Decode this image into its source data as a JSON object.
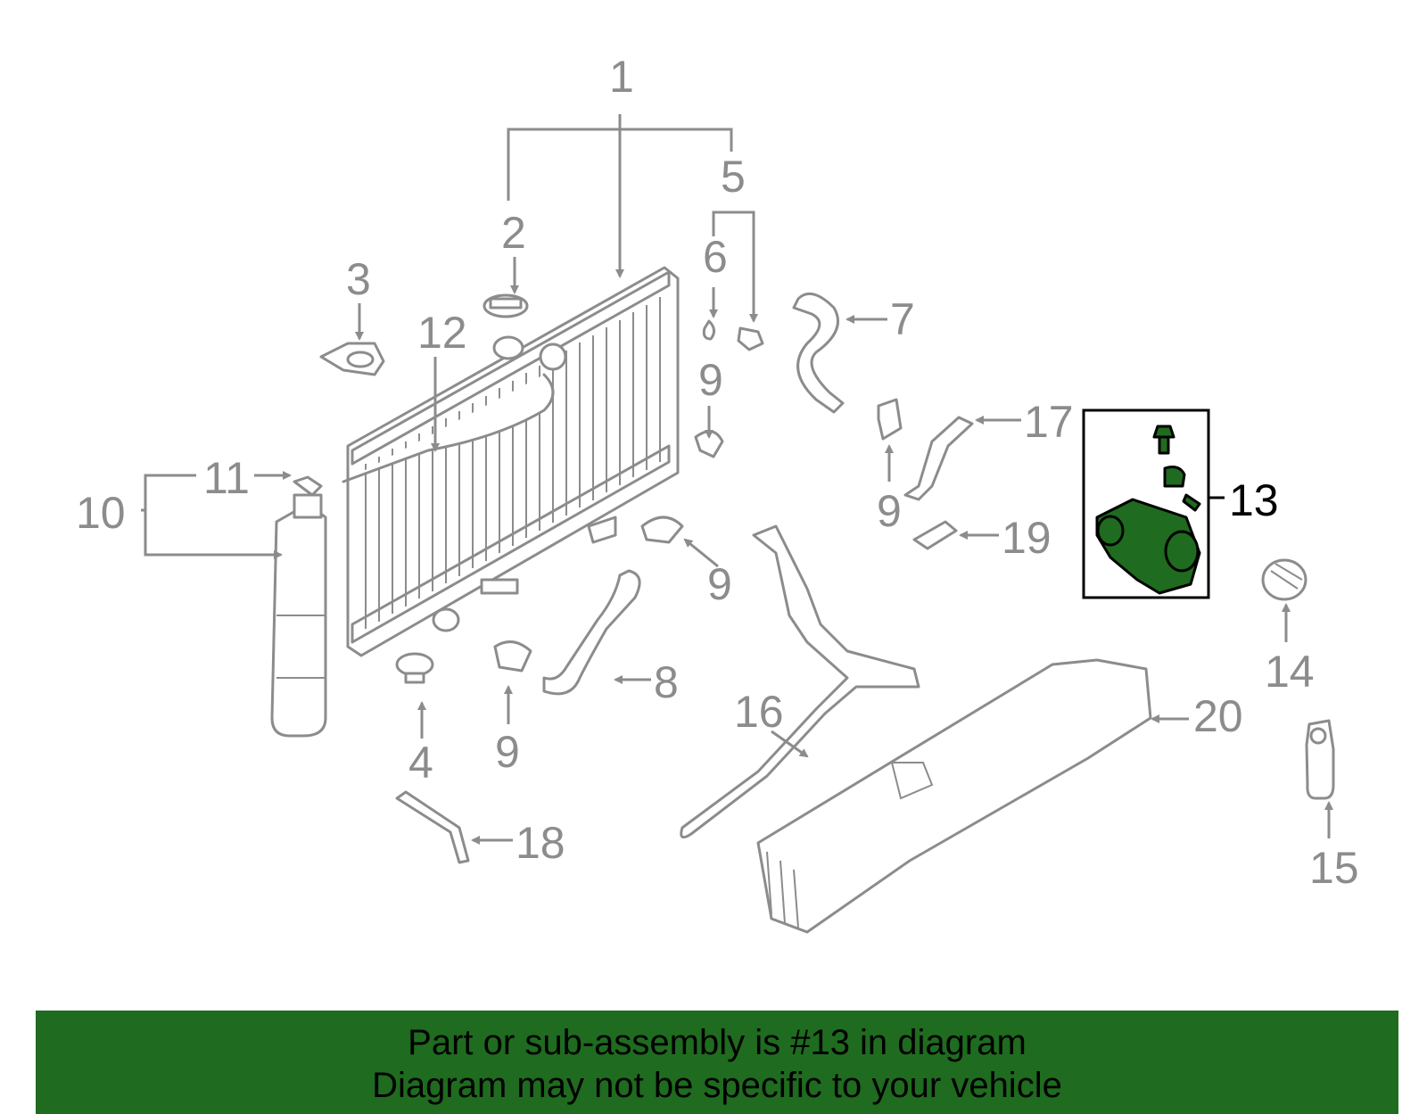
{
  "diagram": {
    "highlight_color": "#1f6b1f",
    "line_color": "#8c8c8c",
    "callouts": [
      {
        "id": "c1",
        "text": "1"
      },
      {
        "id": "c2",
        "text": "2"
      },
      {
        "id": "c3",
        "text": "3"
      },
      {
        "id": "c4",
        "text": "4"
      },
      {
        "id": "c5",
        "text": "5"
      },
      {
        "id": "c6",
        "text": "6"
      },
      {
        "id": "c7",
        "text": "7"
      },
      {
        "id": "c8",
        "text": "8"
      },
      {
        "id": "c9a",
        "text": "9"
      },
      {
        "id": "c9b",
        "text": "9"
      },
      {
        "id": "c9c",
        "text": "9"
      },
      {
        "id": "c9d",
        "text": "9"
      },
      {
        "id": "c10",
        "text": "10"
      },
      {
        "id": "c11",
        "text": "11"
      },
      {
        "id": "c12",
        "text": "12"
      },
      {
        "id": "c13",
        "text": "13"
      },
      {
        "id": "c14",
        "text": "14"
      },
      {
        "id": "c15",
        "text": "15"
      },
      {
        "id": "c16",
        "text": "16"
      },
      {
        "id": "c17",
        "text": "17"
      },
      {
        "id": "c18",
        "text": "18"
      },
      {
        "id": "c19",
        "text": "19"
      },
      {
        "id": "c20",
        "text": "20"
      }
    ]
  },
  "banner": {
    "background": "#1f6b1f",
    "line1": "Part or sub-assembly is #13 in diagram",
    "line2": "Diagram may not be specific to your vehicle"
  }
}
